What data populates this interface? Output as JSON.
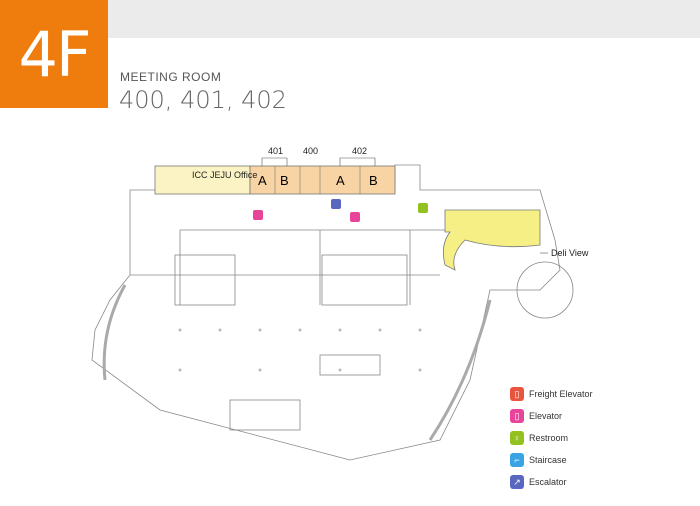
{
  "header": {
    "floor": "4F",
    "subtitle": "MEETING ROOM",
    "rooms": "400, 401, 402"
  },
  "map": {
    "room_labels": {
      "r401": "401",
      "r400": "400",
      "r402": "402",
      "a1": "A",
      "b1": "B",
      "a2": "A",
      "b2": "B",
      "office": "ICC JEJU Office",
      "deli": "Deli View"
    },
    "colors": {
      "meeting": "#f8d3a4",
      "office": "#fbf3c4",
      "deli": "#f6ef86",
      "accent": "#ee7d0e"
    }
  },
  "legend": [
    {
      "icon": "freight-elevator-icon",
      "label": "Freight Elevator",
      "color": "#e9543e"
    },
    {
      "icon": "elevator-icon",
      "label": "Elevator",
      "color": "#e8449a"
    },
    {
      "icon": "restroom-icon",
      "label": "Restroom",
      "color": "#93c120"
    },
    {
      "icon": "staircase-icon",
      "label": "Staircase",
      "color": "#3aa3e3"
    },
    {
      "icon": "escalator-icon",
      "label": "Escalator",
      "color": "#5a67c0"
    }
  ]
}
